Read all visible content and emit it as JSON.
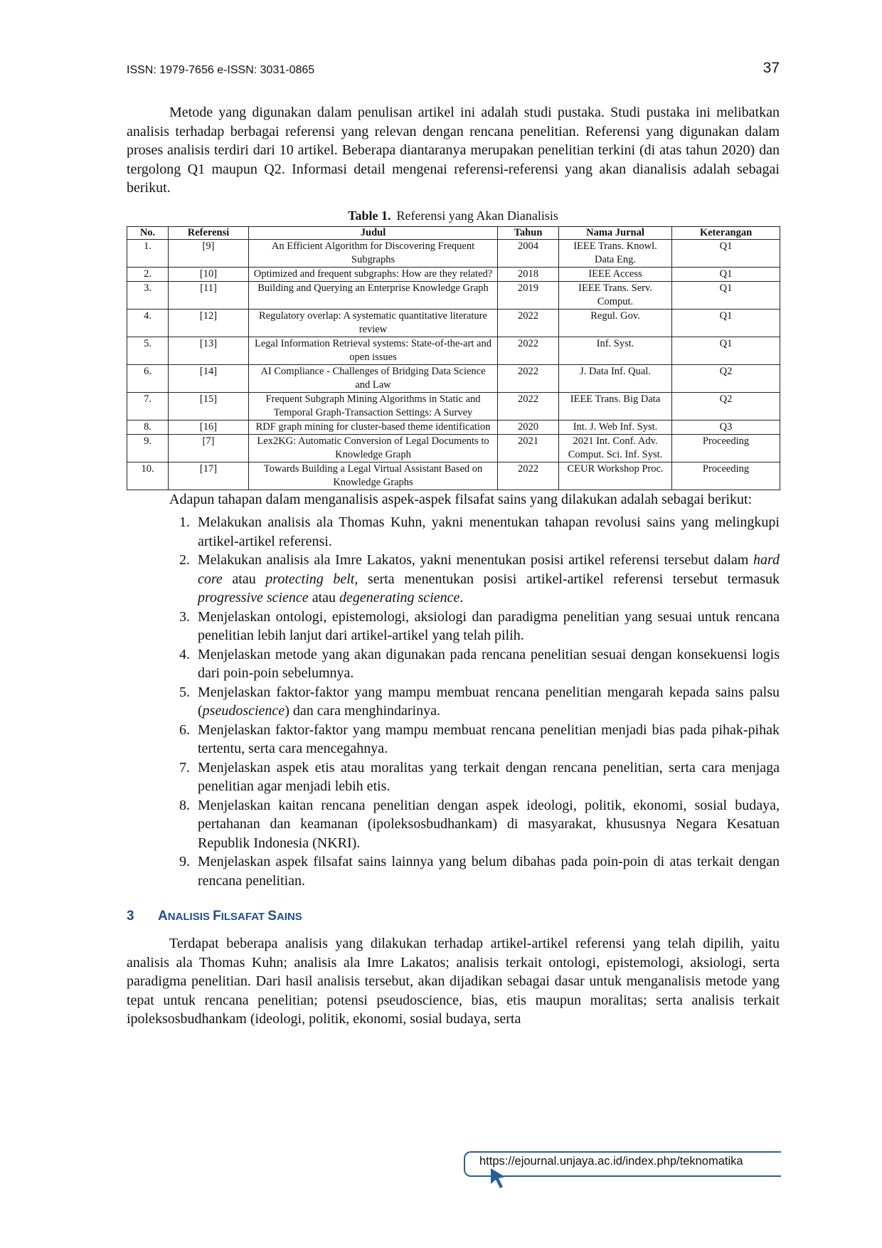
{
  "header": {
    "issn": "ISSN: 1979-7656 e-ISSN: 3031-0865",
    "page_number": "37"
  },
  "intro_paragraph": "Metode yang digunakan dalam penulisan artikel ini adalah studi pustaka. Studi pustaka ini melibatkan analisis terhadap berbagai referensi yang relevan dengan rencana penelitian. Referensi yang digunakan dalam proses analisis terdiri dari 10 artikel. Beberapa diantaranya merupakan penelitian terkini (di atas tahun 2020) dan tergolong Q1 maupun Q2. Informasi detail mengenai referensi-referensi yang akan dianalisis adalah sebagai berikut.",
  "table": {
    "caption_label": "Table 1.",
    "caption_text": "Referensi yang Akan Dianalisis",
    "headers": [
      "No.",
      "Referensi",
      "Judul",
      "Tahun",
      "Nama Jurnal",
      "Keterangan"
    ],
    "rows": [
      [
        "1.",
        "[9]",
        "An Efficient Algorithm for Discovering Frequent Subgraphs",
        "2004",
        "IEEE Trans. Knowl. Data Eng.",
        "Q1"
      ],
      [
        "2.",
        "[10]",
        "Optimized and frequent subgraphs: How are they related?",
        "2018",
        "IEEE Access",
        "Q1"
      ],
      [
        "3.",
        "[11]",
        "Building and Querying an Enterprise Knowledge Graph",
        "2019",
        "IEEE Trans. Serv. Comput.",
        "Q1"
      ],
      [
        "4.",
        "[12]",
        "Regulatory overlap: A systematic quantitative literature review",
        "2022",
        "Regul. Gov.",
        "Q1"
      ],
      [
        "5.",
        "[13]",
        "Legal Information Retrieval systems: State-of-the-art and open issues",
        "2022",
        "Inf. Syst.",
        "Q1"
      ],
      [
        "6.",
        "[14]",
        "AI Compliance - Challenges of Bridging Data Science and Law",
        "2022",
        "J. Data Inf. Qual.",
        "Q2"
      ],
      [
        "7.",
        "[15]",
        "Frequent Subgraph Mining Algorithms in Static and Temporal Graph-Transaction Settings: A Survey",
        "2022",
        "IEEE Trans. Big Data",
        "Q2"
      ],
      [
        "8.",
        "[16]",
        "RDF graph mining for cluster-based theme identification",
        "2020",
        "Int. J. Web Inf. Syst.",
        "Q3"
      ],
      [
        "9.",
        "[7]",
        "Lex2KG: Automatic Conversion of Legal Documents to Knowledge Graph",
        "2021",
        "2021 Int. Conf. Adv. Comput. Sci. Inf. Syst.",
        "Proceeding"
      ],
      [
        "10.",
        "[17]",
        "Towards Building a Legal Virtual Assistant Based on Knowledge Graphs",
        "2022",
        "CEUR Workshop Proc.",
        "Proceeding"
      ]
    ]
  },
  "stages_paragraph": "Adapun tahapan dalam menganalisis aspek-aspek filsafat sains yang dilakukan adalah sebagai berikut:",
  "steps": [
    [
      {
        "t": "Melakukan analisis ala Thomas Kuhn, yakni menentukan tahapan revolusi sains yang melingkupi artikel-artikel referensi."
      }
    ],
    [
      {
        "t": "Melakukan analisis ala Imre Lakatos, yakni menentukan posisi artikel referensi tersebut dalam "
      },
      {
        "t": "hard core",
        "i": true
      },
      {
        "t": " atau "
      },
      {
        "t": "protecting belt",
        "i": true
      },
      {
        "t": ", serta menentukan posisi artikel-artikel referensi tersebut termasuk "
      },
      {
        "t": "progressive science",
        "i": true
      },
      {
        "t": " atau "
      },
      {
        "t": "degenerating science",
        "i": true
      },
      {
        "t": "."
      }
    ],
    [
      {
        "t": "Menjelaskan ontologi, epistemologi, aksiologi dan paradigma penelitian yang sesuai untuk rencana penelitian lebih lanjut dari artikel-artikel yang telah pilih."
      }
    ],
    [
      {
        "t": "Menjelaskan metode yang akan digunakan pada rencana penelitian sesuai dengan konsekuensi logis dari poin-poin sebelumnya."
      }
    ],
    [
      {
        "t": "Menjelaskan faktor-faktor yang mampu membuat rencana penelitian mengarah kepada sains palsu ("
      },
      {
        "t": "pseudoscience",
        "i": true
      },
      {
        "t": ") dan cara menghindarinya."
      }
    ],
    [
      {
        "t": "Menjelaskan faktor-faktor yang mampu membuat rencana penelitian menjadi bias pada pihak-pihak tertentu, serta cara mencegahnya."
      }
    ],
    [
      {
        "t": "Menjelaskan aspek etis atau moralitas yang terkait dengan rencana penelitian, serta cara menjaga penelitian agar menjadi lebih etis."
      }
    ],
    [
      {
        "t": "Menjelaskan kaitan rencana penelitian dengan aspek ideologi, politik, ekonomi, sosial budaya, pertahanan dan keamanan (ipoleksosbudhankam) di masyarakat, khususnya Negara Kesatuan Republik Indonesia (NKRI)."
      }
    ],
    [
      {
        "t": "Menjelaskan aspek filsafat sains lainnya yang belum dibahas pada poin-poin di atas terkait dengan rencana penelitian."
      }
    ]
  ],
  "section": {
    "number": "3",
    "title": "Analisis Filsafat Sains"
  },
  "section_paragraph": "Terdapat beberapa analisis yang dilakukan terhadap artikel-artikel referensi yang telah dipilih, yaitu analisis ala Thomas Kuhn; analisis ala Imre Lakatos; analisis terkait ontologi, epistemologi, aksiologi, serta paradigma penelitian. Dari hasil analisis tersebut, akan dijadikan sebagai dasar untuk menganalisis metode yang tepat untuk rencana penelitian; potensi pseudoscience, bias, etis maupun moralitas; serta analisis terkait ipoleksosbudhankam (ideologi, politik, ekonomi, sosial budaya, serta",
  "footer": {
    "url": "https://ejournal.unjaya.ac.id/index.php/teknomatika",
    "icon": "cursor-arrow-icon",
    "accent_color": "#2a5d9b"
  },
  "colors": {
    "section_heading": "#1f4e8c",
    "text": "#111111"
  }
}
